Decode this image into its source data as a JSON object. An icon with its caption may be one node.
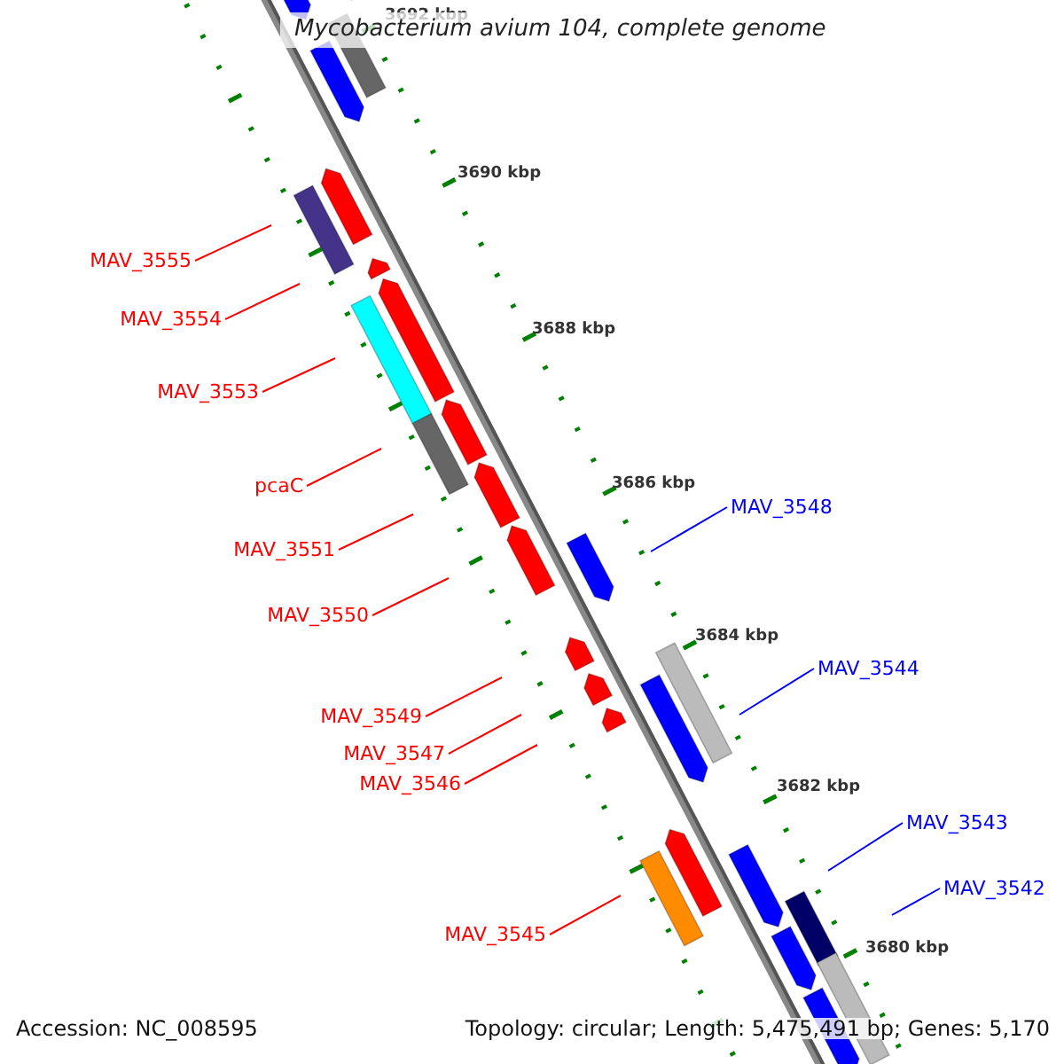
{
  "diagram": {
    "title": "Mycobacterium avium 104, complete genome",
    "nodes": [
      {
        "text": [
          "MAV_3555"
        ]
      },
      {
        "text": [
          "MAV_3554"
        ]
      },
      {
        "text": [
          "MAV_3553"
        ]
      },
      {
        "text": [
          "pcaC"
        ]
      },
      {
        "text": [
          "MAV_3548"
        ]
      },
      {
        "text": [
          "MAV_3551"
        ]
      },
      {
        "text": [
          "MAV_3550"
        ]
      },
      {
        "text": [
          "MAV_3544"
        ]
      },
      {
        "text": [
          "MAV_3549"
        ]
      },
      {
        "text": [
          "MAV_3547"
        ]
      },
      {
        "text": [
          "MAV_3546"
        ]
      },
      {
        "text": [
          "MAV_3543"
        ]
      },
      {
        "text": [
          "MAV_3542"
        ]
      },
      {
        "text": [
          "MAV_3545"
        ]
      }
    ],
    "edges": [
      {
        "from": 0,
        "to": null,
        "arrow": "none"
      },
      {
        "from": 1,
        "to": null,
        "arrow": "none"
      },
      {
        "from": 2,
        "to": null,
        "arrow": "none"
      },
      {
        "from": 3,
        "to": null,
        "arrow": "none"
      },
      {
        "from": 4,
        "to": null,
        "arrow": "none",
        "color": "#0000ff"
      },
      {
        "from": 5,
        "to": null,
        "arrow": "none"
      },
      {
        "from": 6,
        "to": null,
        "arrow": "none"
      },
      {
        "from": 7,
        "to": null,
        "arrow": "none",
        "color": "#0000ff"
      },
      {
        "from": 8,
        "to": null,
        "arrow": "none"
      },
      {
        "from": 9,
        "to": null,
        "arrow": "none"
      },
      {
        "from": 10,
        "to": null,
        "arrow": "none"
      },
      {
        "from": 11,
        "to": null,
        "arrow": "none",
        "color": "#0000ff"
      },
      {
        "from": 12,
        "to": null,
        "arrow": "none",
        "color": "#0000ff"
      },
      {
        "from": 13,
        "to": null,
        "arrow": "none"
      }
    ],
    "labels": [
      "3692 kbp",
      "3690 kbp",
      "3688 kbp",
      "3686 kbp",
      "3684 kbp",
      "3682 kbp",
      "3680 kbp",
      "Accession: NC_008595",
      "Topology: circular; Length: 5,475,491 bp; Genes: 5,170"
    ]
  }
}
